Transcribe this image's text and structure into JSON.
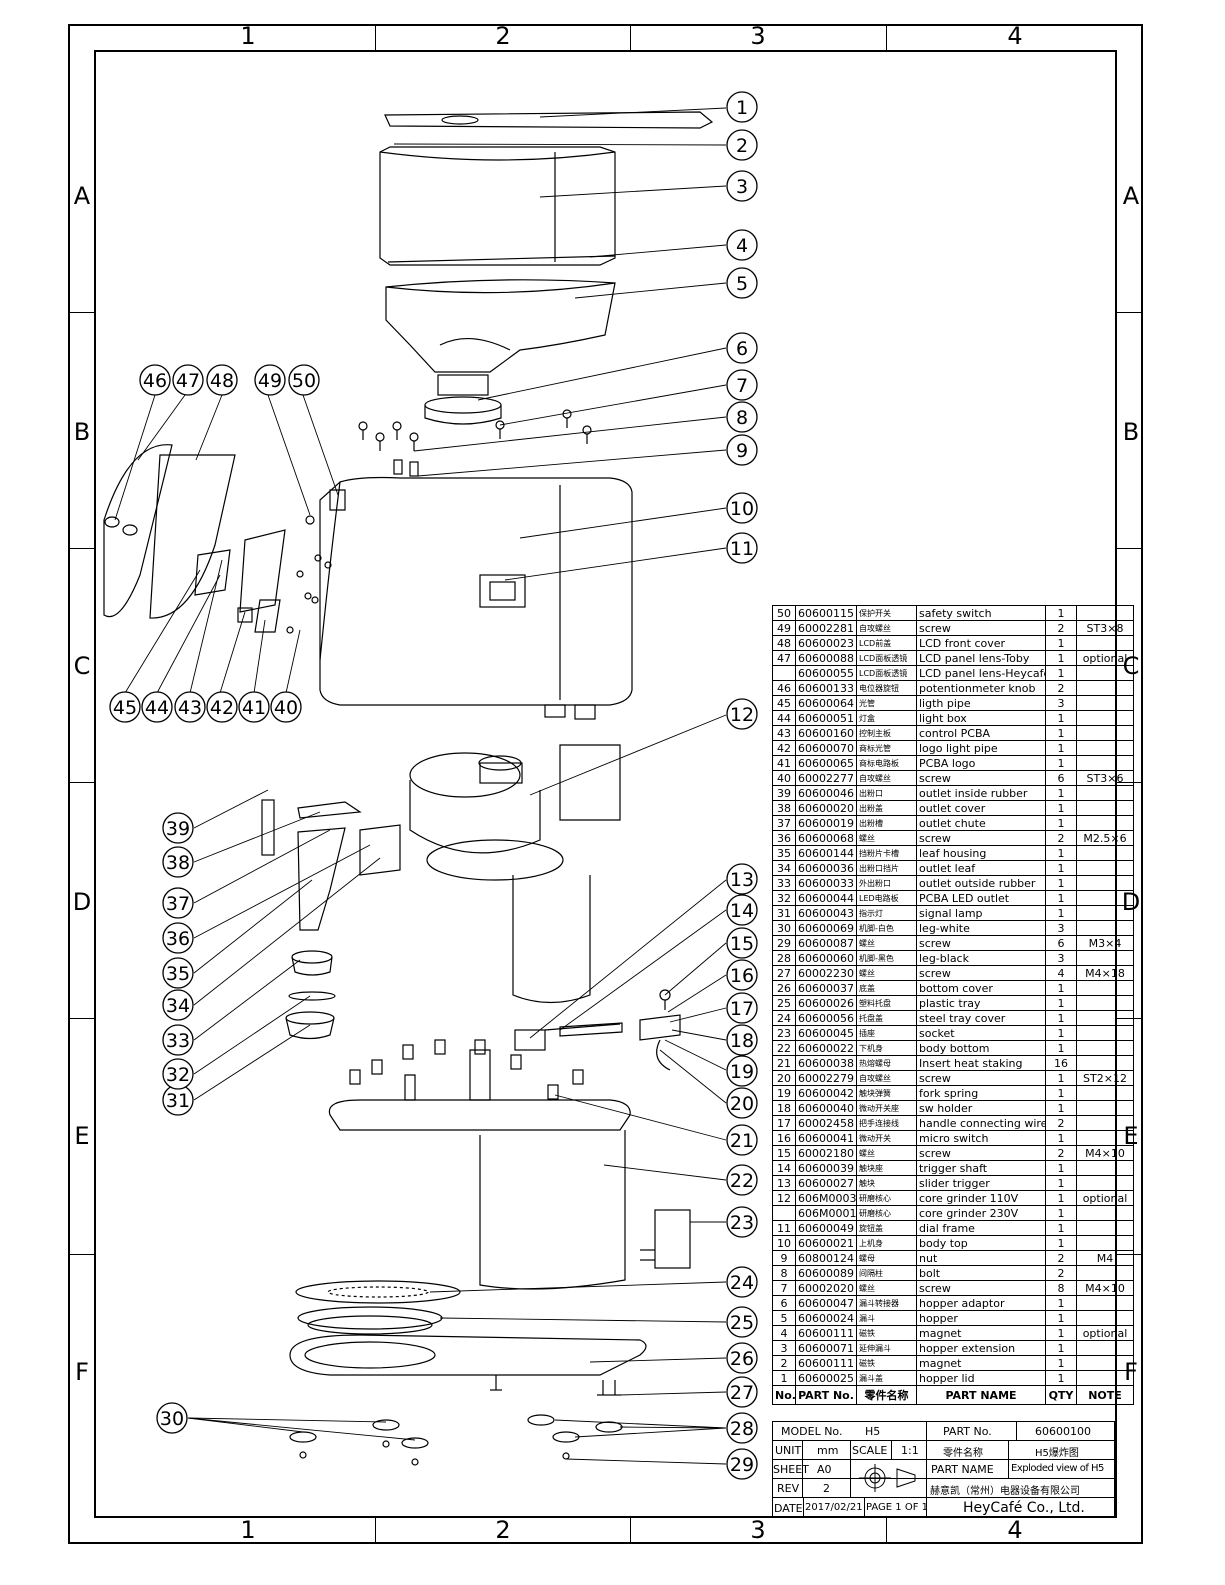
{
  "zones": {
    "columns": [
      "1",
      "2",
      "3",
      "4"
    ],
    "rows": [
      "A",
      "B",
      "C",
      "D",
      "E",
      "F"
    ]
  },
  "callouts": [
    "1",
    "2",
    "3",
    "4",
    "5",
    "6",
    "7",
    "8",
    "9",
    "10",
    "11",
    "12",
    "13",
    "14",
    "15",
    "16",
    "17",
    "18",
    "19",
    "20",
    "21",
    "22",
    "23",
    "24",
    "25",
    "26",
    "27",
    "28",
    "29",
    "30",
    "31",
    "32",
    "33",
    "34",
    "35",
    "36",
    "37",
    "38",
    "39",
    "40",
    "41",
    "42",
    "43",
    "44",
    "45",
    "46",
    "47",
    "48",
    "49",
    "50"
  ],
  "parts_table": {
    "rows": [
      {
        "no": "50",
        "part_no": "60600115",
        "cn": "保护开关",
        "name": "safety switch",
        "qty": "1",
        "note": ""
      },
      {
        "no": "49",
        "part_no": "60002281",
        "cn": "自攻螺丝",
        "name": "screw",
        "qty": "2",
        "note": "ST3×8"
      },
      {
        "no": "48",
        "part_no": "60600023",
        "cn": "LCD前盖",
        "name": "LCD front cover",
        "qty": "1",
        "note": ""
      },
      {
        "no": "47",
        "part_no": "60600088",
        "cn": "LCD面板透镜",
        "name": "LCD panel lens-Toby",
        "qty": "1",
        "note": "optional"
      },
      {
        "no": "",
        "part_no": "60600055",
        "cn": "LCD面板透镜",
        "name": "LCD panel lens-Heycafe",
        "qty": "1",
        "note": ""
      },
      {
        "no": "46",
        "part_no": "60600133",
        "cn": "电位器旋钮",
        "name": "potentionmeter knob",
        "qty": "2",
        "note": ""
      },
      {
        "no": "45",
        "part_no": "60600064",
        "cn": "光管",
        "name": "ligth pipe",
        "qty": "3",
        "note": ""
      },
      {
        "no": "44",
        "part_no": "60600051",
        "cn": "灯盒",
        "name": "light box",
        "qty": "1",
        "note": ""
      },
      {
        "no": "43",
        "part_no": "60600160",
        "cn": "控制主板",
        "name": "control PCBA",
        "qty": "1",
        "note": ""
      },
      {
        "no": "42",
        "part_no": "60600070",
        "cn": "商标光管",
        "name": "logo light pipe",
        "qty": "1",
        "note": ""
      },
      {
        "no": "41",
        "part_no": "60600065",
        "cn": "商标电路板",
        "name": "PCBA logo",
        "qty": "1",
        "note": ""
      },
      {
        "no": "40",
        "part_no": "60002277",
        "cn": "自攻螺丝",
        "name": "screw",
        "qty": "6",
        "note": "ST3×6"
      },
      {
        "no": "39",
        "part_no": "60600046",
        "cn": "出粉口",
        "name": "outlet inside rubber",
        "qty": "1",
        "note": ""
      },
      {
        "no": "38",
        "part_no": "60600020",
        "cn": "出粉盖",
        "name": "outlet cover",
        "qty": "1",
        "note": ""
      },
      {
        "no": "37",
        "part_no": "60600019",
        "cn": "出粉槽",
        "name": "outlet chute",
        "qty": "1",
        "note": ""
      },
      {
        "no": "36",
        "part_no": "60600068",
        "cn": "螺丝",
        "name": "screw",
        "qty": "2",
        "note": "M2.5×6"
      },
      {
        "no": "35",
        "part_no": "60600144",
        "cn": "挡粉片卡槽",
        "name": "leaf housing",
        "qty": "1",
        "note": ""
      },
      {
        "no": "34",
        "part_no": "60600036",
        "cn": "出粉口挡片",
        "name": "outlet leaf",
        "qty": "1",
        "note": ""
      },
      {
        "no": "33",
        "part_no": "60600033",
        "cn": "外出粉口",
        "name": "outlet outside rubber",
        "qty": "1",
        "note": ""
      },
      {
        "no": "32",
        "part_no": "60600044",
        "cn": "LED电路板",
        "name": "PCBA LED outlet",
        "qty": "1",
        "note": ""
      },
      {
        "no": "31",
        "part_no": "60600043",
        "cn": "指示灯",
        "name": "signal lamp",
        "qty": "1",
        "note": ""
      },
      {
        "no": "30",
        "part_no": "60600069",
        "cn": "机脚-白色",
        "name": "leg-white",
        "qty": "3",
        "note": ""
      },
      {
        "no": "29",
        "part_no": "60600087",
        "cn": "螺丝",
        "name": "screw",
        "qty": "6",
        "note": "M3×4"
      },
      {
        "no": "28",
        "part_no": "60600060",
        "cn": "机脚-黑色",
        "name": "leg-black",
        "qty": "3",
        "note": ""
      },
      {
        "no": "27",
        "part_no": "60002230",
        "cn": "螺丝",
        "name": "screw",
        "qty": "4",
        "note": "M4×18"
      },
      {
        "no": "26",
        "part_no": "60600037",
        "cn": "底盖",
        "name": "bottom cover",
        "qty": "1",
        "note": ""
      },
      {
        "no": "25",
        "part_no": "60600026",
        "cn": "塑料托盘",
        "name": "plastic tray",
        "qty": "1",
        "note": ""
      },
      {
        "no": "24",
        "part_no": "60600056",
        "cn": "托盘盖",
        "name": "steel tray cover",
        "qty": "1",
        "note": ""
      },
      {
        "no": "23",
        "part_no": "60600045",
        "cn": "插座",
        "name": "socket",
        "qty": "1",
        "note": ""
      },
      {
        "no": "22",
        "part_no": "60600022",
        "cn": "下机身",
        "name": "body bottom",
        "qty": "1",
        "note": ""
      },
      {
        "no": "21",
        "part_no": "60600038",
        "cn": "热熔螺母",
        "name": "Insert heat staking",
        "qty": "16",
        "note": ""
      },
      {
        "no": "20",
        "part_no": "60002279",
        "cn": "自攻螺丝",
        "name": "screw",
        "qty": "1",
        "note": "ST2×12"
      },
      {
        "no": "19",
        "part_no": "60600042",
        "cn": "触块弹簧",
        "name": "fork spring",
        "qty": "1",
        "note": ""
      },
      {
        "no": "18",
        "part_no": "60600040",
        "cn": "微动开关座",
        "name": "sw holder",
        "qty": "1",
        "note": ""
      },
      {
        "no": "17",
        "part_no": "60002458",
        "cn": "把手连接线",
        "name": "handle connecting wire",
        "qty": "2",
        "note": ""
      },
      {
        "no": "16",
        "part_no": "60600041",
        "cn": "微动开关",
        "name": "micro switch",
        "qty": "1",
        "note": ""
      },
      {
        "no": "15",
        "part_no": "60002180",
        "cn": "螺丝",
        "name": "screw",
        "qty": "2",
        "note": "M4×10"
      },
      {
        "no": "14",
        "part_no": "60600039",
        "cn": "触块座",
        "name": "trigger shaft",
        "qty": "1",
        "note": ""
      },
      {
        "no": "13",
        "part_no": "60600027",
        "cn": "触块",
        "name": "slider trigger",
        "qty": "1",
        "note": ""
      },
      {
        "no": "12",
        "part_no": "606M0003",
        "cn": "研磨核心",
        "name": "core grinder 110V",
        "qty": "1",
        "note": "optional"
      },
      {
        "no": "",
        "part_no": "606M0001",
        "cn": "研磨核心",
        "name": "core grinder 230V",
        "qty": "1",
        "note": ""
      },
      {
        "no": "11",
        "part_no": "60600049",
        "cn": "旋钮盖",
        "name": "dial frame",
        "qty": "1",
        "note": ""
      },
      {
        "no": "10",
        "part_no": "60600021",
        "cn": "上机身",
        "name": "body top",
        "qty": "1",
        "note": ""
      },
      {
        "no": "9",
        "part_no": "60800124",
        "cn": "螺母",
        "name": "nut",
        "qty": "2",
        "note": "M4"
      },
      {
        "no": "8",
        "part_no": "60600089",
        "cn": "间隔柱",
        "name": "bolt",
        "qty": "2",
        "note": ""
      },
      {
        "no": "7",
        "part_no": "60002020",
        "cn": "螺丝",
        "name": "screw",
        "qty": "8",
        "note": "M4×10"
      },
      {
        "no": "6",
        "part_no": "60600047",
        "cn": "漏斗转接器",
        "name": "hopper adaptor",
        "qty": "1",
        "note": ""
      },
      {
        "no": "5",
        "part_no": "60600024",
        "cn": "漏斗",
        "name": "hopper",
        "qty": "1",
        "note": ""
      },
      {
        "no": "4",
        "part_no": "60600111",
        "cn": "磁铁",
        "name": "magnet",
        "qty": "1",
        "note": "optional"
      },
      {
        "no": "3",
        "part_no": "60600071",
        "cn": "延伸漏斗",
        "name": "hopper extension",
        "qty": "1",
        "note": ""
      },
      {
        "no": "2",
        "part_no": "60600111",
        "cn": "磁铁",
        "name": "magnet",
        "qty": "1",
        "note": ""
      },
      {
        "no": "1",
        "part_no": "60600025",
        "cn": "漏斗盖",
        "name": "hopper lid",
        "qty": "1",
        "note": ""
      }
    ],
    "header": {
      "no": "No.",
      "part_no": "PART No.",
      "cn": "零件名称",
      "name": "PART NAME",
      "qty": "QTY",
      "note": "NOTE"
    }
  },
  "title_block": {
    "model_label": "MODEL No.",
    "model": "H5",
    "partno_label": "PART No.",
    "partno": "60600100",
    "unit_label": "UNIT",
    "unit": "mm",
    "scale_label": "SCALE",
    "scale": "1:1",
    "cn_name_label": "零件名称",
    "cn_name": "H5爆炸图",
    "sheet_label": "SHEET",
    "sheet": "A0",
    "partname_label": "PART NAME",
    "partname": "Exploded view of H5",
    "rev_label": "REV",
    "rev": "2",
    "company_cn": "赫意凯（常州）电器设备有限公司",
    "date_label": "DATE",
    "date": "2017/02/21",
    "page": "PAGE 1 OF 1",
    "company": "HeyCafé Co., Ltd."
  }
}
